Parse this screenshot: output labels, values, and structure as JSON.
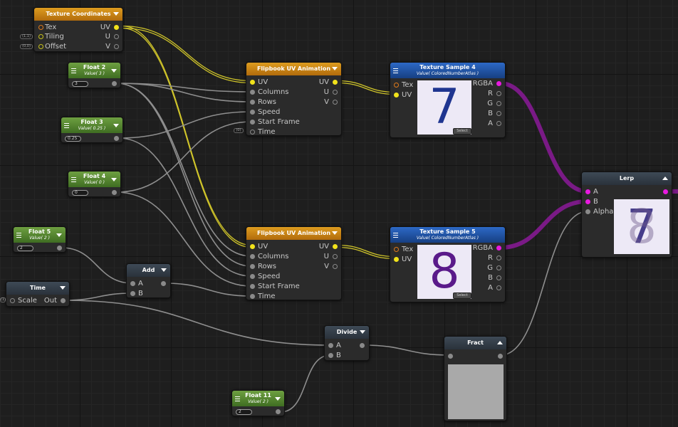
{
  "nodes": {
    "tex_coords": {
      "title": "Texture Coordinates",
      "inputs": [
        "Tex",
        "Tiling",
        "Offset"
      ],
      "outputs": [
        "UV",
        "U",
        "V"
      ],
      "side_tags": [
        "(1,1)",
        "(0,0)"
      ]
    },
    "float2": {
      "title": "Float 2",
      "subtitle": "Value( 3 )",
      "value": "3"
    },
    "float3": {
      "title": "Float 3",
      "subtitle": "Value( 0.25 )",
      "value": "0.25"
    },
    "float4": {
      "title": "Float 4",
      "subtitle": "Value( 0 )",
      "value": "0"
    },
    "float5": {
      "title": "Float 5",
      "subtitle": "Value( 2 )",
      "value": "2"
    },
    "float11": {
      "title": "Float 11",
      "subtitle": "Value( 2 )",
      "value": "2"
    },
    "flipbook1": {
      "title": "Flipbook UV Animation",
      "inputs": [
        "UV",
        "Columns",
        "Rows",
        "Speed",
        "Start Frame",
        "Time"
      ],
      "outputs": [
        "UV",
        "U",
        "V"
      ],
      "side_tag": "(0)"
    },
    "flipbook2": {
      "title": "Flipbook UV Animation",
      "inputs": [
        "UV",
        "Columns",
        "Rows",
        "Speed",
        "Start Frame",
        "Time"
      ],
      "outputs": [
        "UV",
        "U",
        "V"
      ]
    },
    "texsample4": {
      "title": "Texture Sample 4",
      "subtitle": "Value( ColoredNumberAtlas )",
      "inputs": [
        "Tex",
        "UV"
      ],
      "outputs": [
        "RGBA",
        "R",
        "G",
        "B",
        "A"
      ],
      "preview_glyph": "7",
      "select_label": "Select"
    },
    "texsample5": {
      "title": "Texture Sample 5",
      "subtitle": "Value( ColoredNumberAtlas )",
      "inputs": [
        "Tex",
        "UV"
      ],
      "outputs": [
        "RGBA",
        "R",
        "G",
        "B",
        "A"
      ],
      "preview_glyph": "8",
      "select_label": "Select"
    },
    "lerp": {
      "title": "Lerp",
      "inputs": [
        "A",
        "B",
        "Alpha"
      ],
      "preview_glyph_a": "7",
      "preview_glyph_b": "8"
    },
    "time": {
      "title": "Time",
      "inputs": [
        "Scale"
      ],
      "outputs": [
        "Out"
      ],
      "side_tag": "(1)"
    },
    "add": {
      "title": "Add",
      "inputs": [
        "A",
        "B"
      ]
    },
    "divide": {
      "title": "Divide",
      "inputs": [
        "A",
        "B"
      ]
    },
    "fract": {
      "title": "Fract"
    }
  },
  "colors": {
    "header_orange": "#c9850f",
    "header_blue": "#2456a8",
    "header_green": "#5a8a33",
    "header_gray": "#36404a",
    "wire_uv": "#cfc42a",
    "wire_rgba": "#7a1a86",
    "wire_float": "#8e8e8e",
    "glyph_7": "#1f3590",
    "glyph_8": "#5a1a8a"
  }
}
